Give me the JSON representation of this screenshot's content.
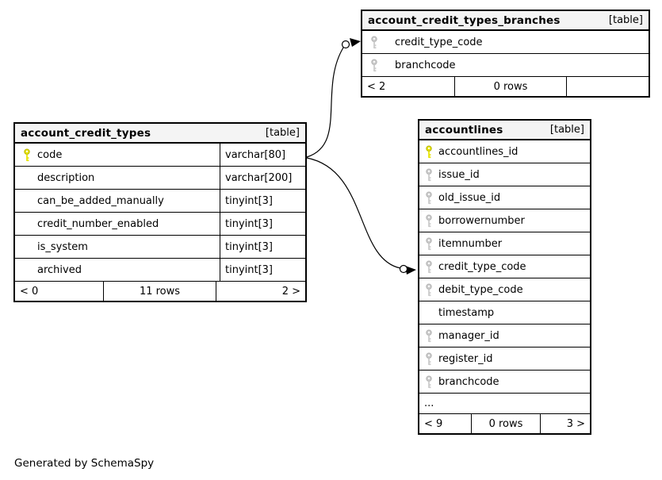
{
  "diagram": {
    "generated_note": "Generated by SchemaSpy",
    "colors": {
      "header_bg": "#f4f4f4",
      "primary_key": "#e8e50a",
      "foreign_key": "#cccccc",
      "line": "#000000"
    }
  },
  "tables": {
    "branches": {
      "title": "account_credit_types_branches",
      "tag": "[table]",
      "rows": [
        {
          "name": "credit_type_code",
          "key": "fk"
        },
        {
          "name": "branchcode",
          "key": "fk"
        }
      ],
      "footer": {
        "left": "< 2",
        "center": "0 rows",
        "right": ""
      }
    },
    "credit_types": {
      "title": "account_credit_types",
      "tag": "[table]",
      "rows": [
        {
          "name": "code",
          "type": "varchar[80]",
          "key": "pk"
        },
        {
          "name": "description",
          "type": "varchar[200]"
        },
        {
          "name": "can_be_added_manually",
          "type": "tinyint[3]"
        },
        {
          "name": "credit_number_enabled",
          "type": "tinyint[3]"
        },
        {
          "name": "is_system",
          "type": "tinyint[3]"
        },
        {
          "name": "archived",
          "type": "tinyint[3]"
        }
      ],
      "footer": {
        "left": "< 0",
        "center": "11 rows",
        "right": "2 >"
      }
    },
    "accountlines": {
      "title": "accountlines",
      "tag": "[table]",
      "rows": [
        {
          "name": "accountlines_id",
          "key": "pk"
        },
        {
          "name": "issue_id",
          "key": "fk"
        },
        {
          "name": "old_issue_id",
          "key": "fk"
        },
        {
          "name": "borrowernumber",
          "key": "fk"
        },
        {
          "name": "itemnumber",
          "key": "fk"
        },
        {
          "name": "credit_type_code",
          "key": "fk"
        },
        {
          "name": "debit_type_code",
          "key": "fk"
        },
        {
          "name": "timestamp"
        },
        {
          "name": "manager_id",
          "key": "fk"
        },
        {
          "name": "register_id",
          "key": "fk"
        },
        {
          "name": "branchcode",
          "key": "fk"
        },
        {
          "name": "..."
        }
      ],
      "footer": {
        "left": "< 9",
        "center": "0 rows",
        "right": "3 >"
      }
    }
  },
  "relationships": [
    {
      "from": "account_credit_types.code",
      "to": "account_credit_types_branches.credit_type_code"
    },
    {
      "from": "account_credit_types.code",
      "to": "accountlines.credit_type_code"
    }
  ]
}
